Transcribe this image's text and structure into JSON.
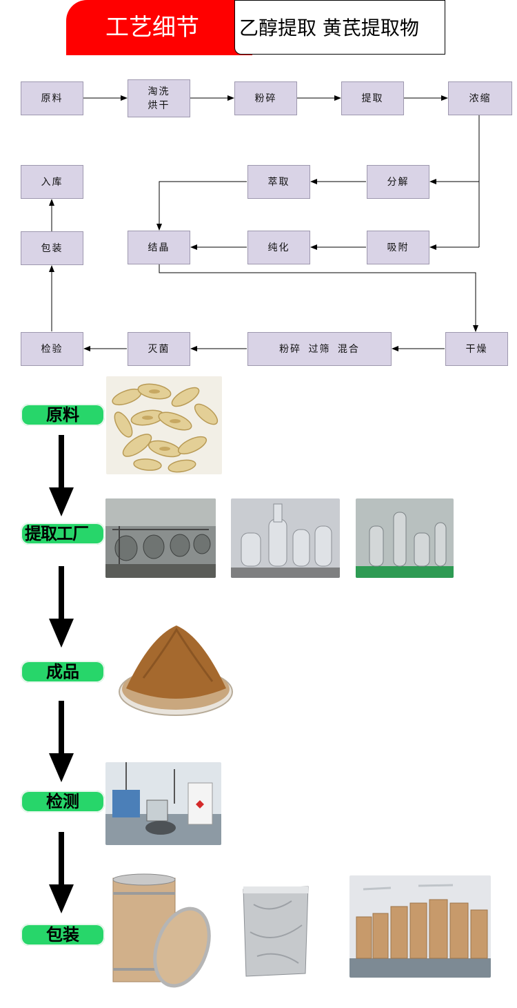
{
  "header": {
    "tag": "工艺细节",
    "title": "乙醇提取 黄芪提取物"
  },
  "flow": {
    "raw": "原料",
    "wash": "淘洗\n烘干",
    "crush": "粉碎",
    "extract": "提取",
    "concentrate": "浓缩",
    "decompose": "分解",
    "solvent_extract": "萃取",
    "adsorb": "吸附",
    "purify": "纯化",
    "crystallize": "结晶",
    "dry": "干燥",
    "crush_sieve_mix": "粉碎 过筛 混合",
    "sterilize": "灭菌",
    "inspect": "检验",
    "package": "包装",
    "store": "入库"
  },
  "stages": {
    "raw_material": "原料",
    "factory": "提取工厂",
    "product": "成品",
    "testing": "检测",
    "packaging": "包装"
  },
  "colors": {
    "header_red": "#ff0000",
    "node_fill": "#d9d3e6",
    "stage_green": "#27d66a"
  }
}
